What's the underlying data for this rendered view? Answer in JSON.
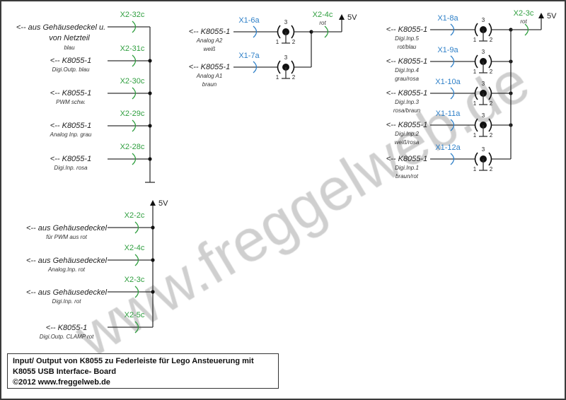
{
  "watermark": "www.freggelweb.de",
  "colors": {
    "wire": "#333333",
    "x2": "#2e9e3e",
    "x1": "#2f80c8",
    "watermark": "#cfcfcf"
  },
  "supply_label": "5V",
  "left_group": [
    {
      "connector": "X2-32c",
      "lines": [
        "<-- aus Gehäusedeckel u.",
        "von Netzteil"
      ],
      "sub": "blau"
    },
    {
      "connector": "X2-31c",
      "lines": [
        "<-- K8055-1"
      ],
      "sub": "Digi.Outp. blau"
    },
    {
      "connector": "X2-30c",
      "lines": [
        "<-- K8055-1"
      ],
      "sub": "PWM schw."
    },
    {
      "connector": "X2-29c",
      "lines": [
        "<-- K8055-1"
      ],
      "sub": "Analog Inp. grau"
    },
    {
      "connector": "X2-28c",
      "lines": [
        "<-- K8055-1"
      ],
      "sub": "Digi.Inp. rosa"
    }
  ],
  "middle_group": {
    "output_connector": "X2-4c",
    "output_color_label": "rot",
    "inputs": [
      {
        "connector": "X1-6a",
        "main": "<-- K8055-1",
        "sub": [
          "Analog A2",
          "weiß"
        ]
      },
      {
        "connector": "X1-7a",
        "main": "<-- K8055-1",
        "sub": [
          "Analog A1",
          "braun"
        ]
      }
    ]
  },
  "right_group": {
    "output_connector": "X2-3c",
    "output_color_label": "rot",
    "inputs": [
      {
        "connector": "X1-8a",
        "main": "<-- K8055-1",
        "sub": [
          "Digi.Inp.5",
          "rot/blau"
        ]
      },
      {
        "connector": "X1-9a",
        "main": "<-- K8055-1",
        "sub": [
          "Digi.Inp.4",
          "grau/rosa"
        ]
      },
      {
        "connector": "X1-10a",
        "main": "<-- K8055-1",
        "sub": [
          "Digi.Inp.3",
          "rosa/braun"
        ]
      },
      {
        "connector": "X1-11a",
        "main": "<-- K8055-1",
        "sub": [
          "Digi.Inp.2",
          "weiß/rosa"
        ]
      },
      {
        "connector": "X1-12a",
        "main": "<-- K8055-1",
        "sub": [
          "Digi.Inp.1",
          "braun/rot"
        ]
      }
    ]
  },
  "switch_pins": [
    "1",
    "2",
    "3"
  ],
  "bottom_group": [
    {
      "connector": "X2-2c",
      "main": "<-- aus Gehäusedeckel",
      "sub": "für PWM aus rot"
    },
    {
      "connector": "X2-4c",
      "main": "<-- aus Gehäusedeckel",
      "sub": "Analog.Inp. rot"
    },
    {
      "connector": "X2-3c",
      "main": "<-- aus Gehäusedeckel",
      "sub": "Digi.Inp. rot"
    },
    {
      "connector": "X2-5c",
      "main": "<-- K8055-1",
      "sub": "Digi.Outp. CLAMP rot"
    }
  ],
  "title": {
    "line1": "Input/ Output von K8055 zu Federleiste für Lego Ansteuerung mit",
    "line2": "K8055 USB Interface- Board",
    "line3": "©2012 www.freggelweb.de"
  }
}
